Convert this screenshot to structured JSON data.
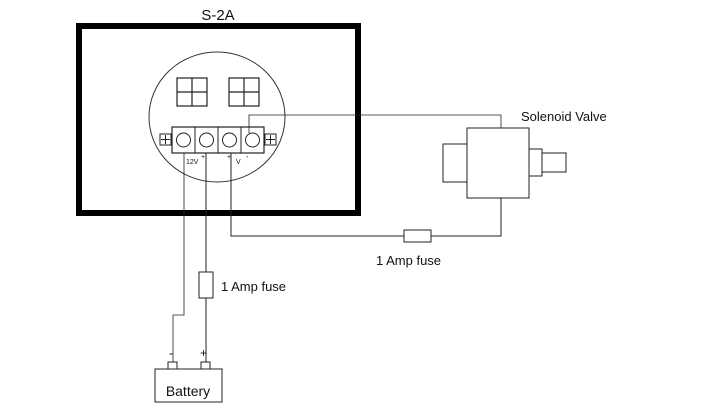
{
  "device": {
    "title": "S-2A"
  },
  "terminals": {
    "left": "12V",
    "left_sign": "+",
    "right": "V",
    "right_sign_plus": "+",
    "right_sign_minus": "-"
  },
  "components": {
    "solenoid_label": "Solenoid Valve",
    "fuse_top_label": "1 Amp fuse",
    "fuse_bottom_label": "1 Amp fuse",
    "battery_label": "Battery",
    "battery_minus": "-",
    "battery_plus": "+"
  },
  "colors": {
    "line": "#222222",
    "thin_line": "#555555",
    "background": "#ffffff"
  }
}
